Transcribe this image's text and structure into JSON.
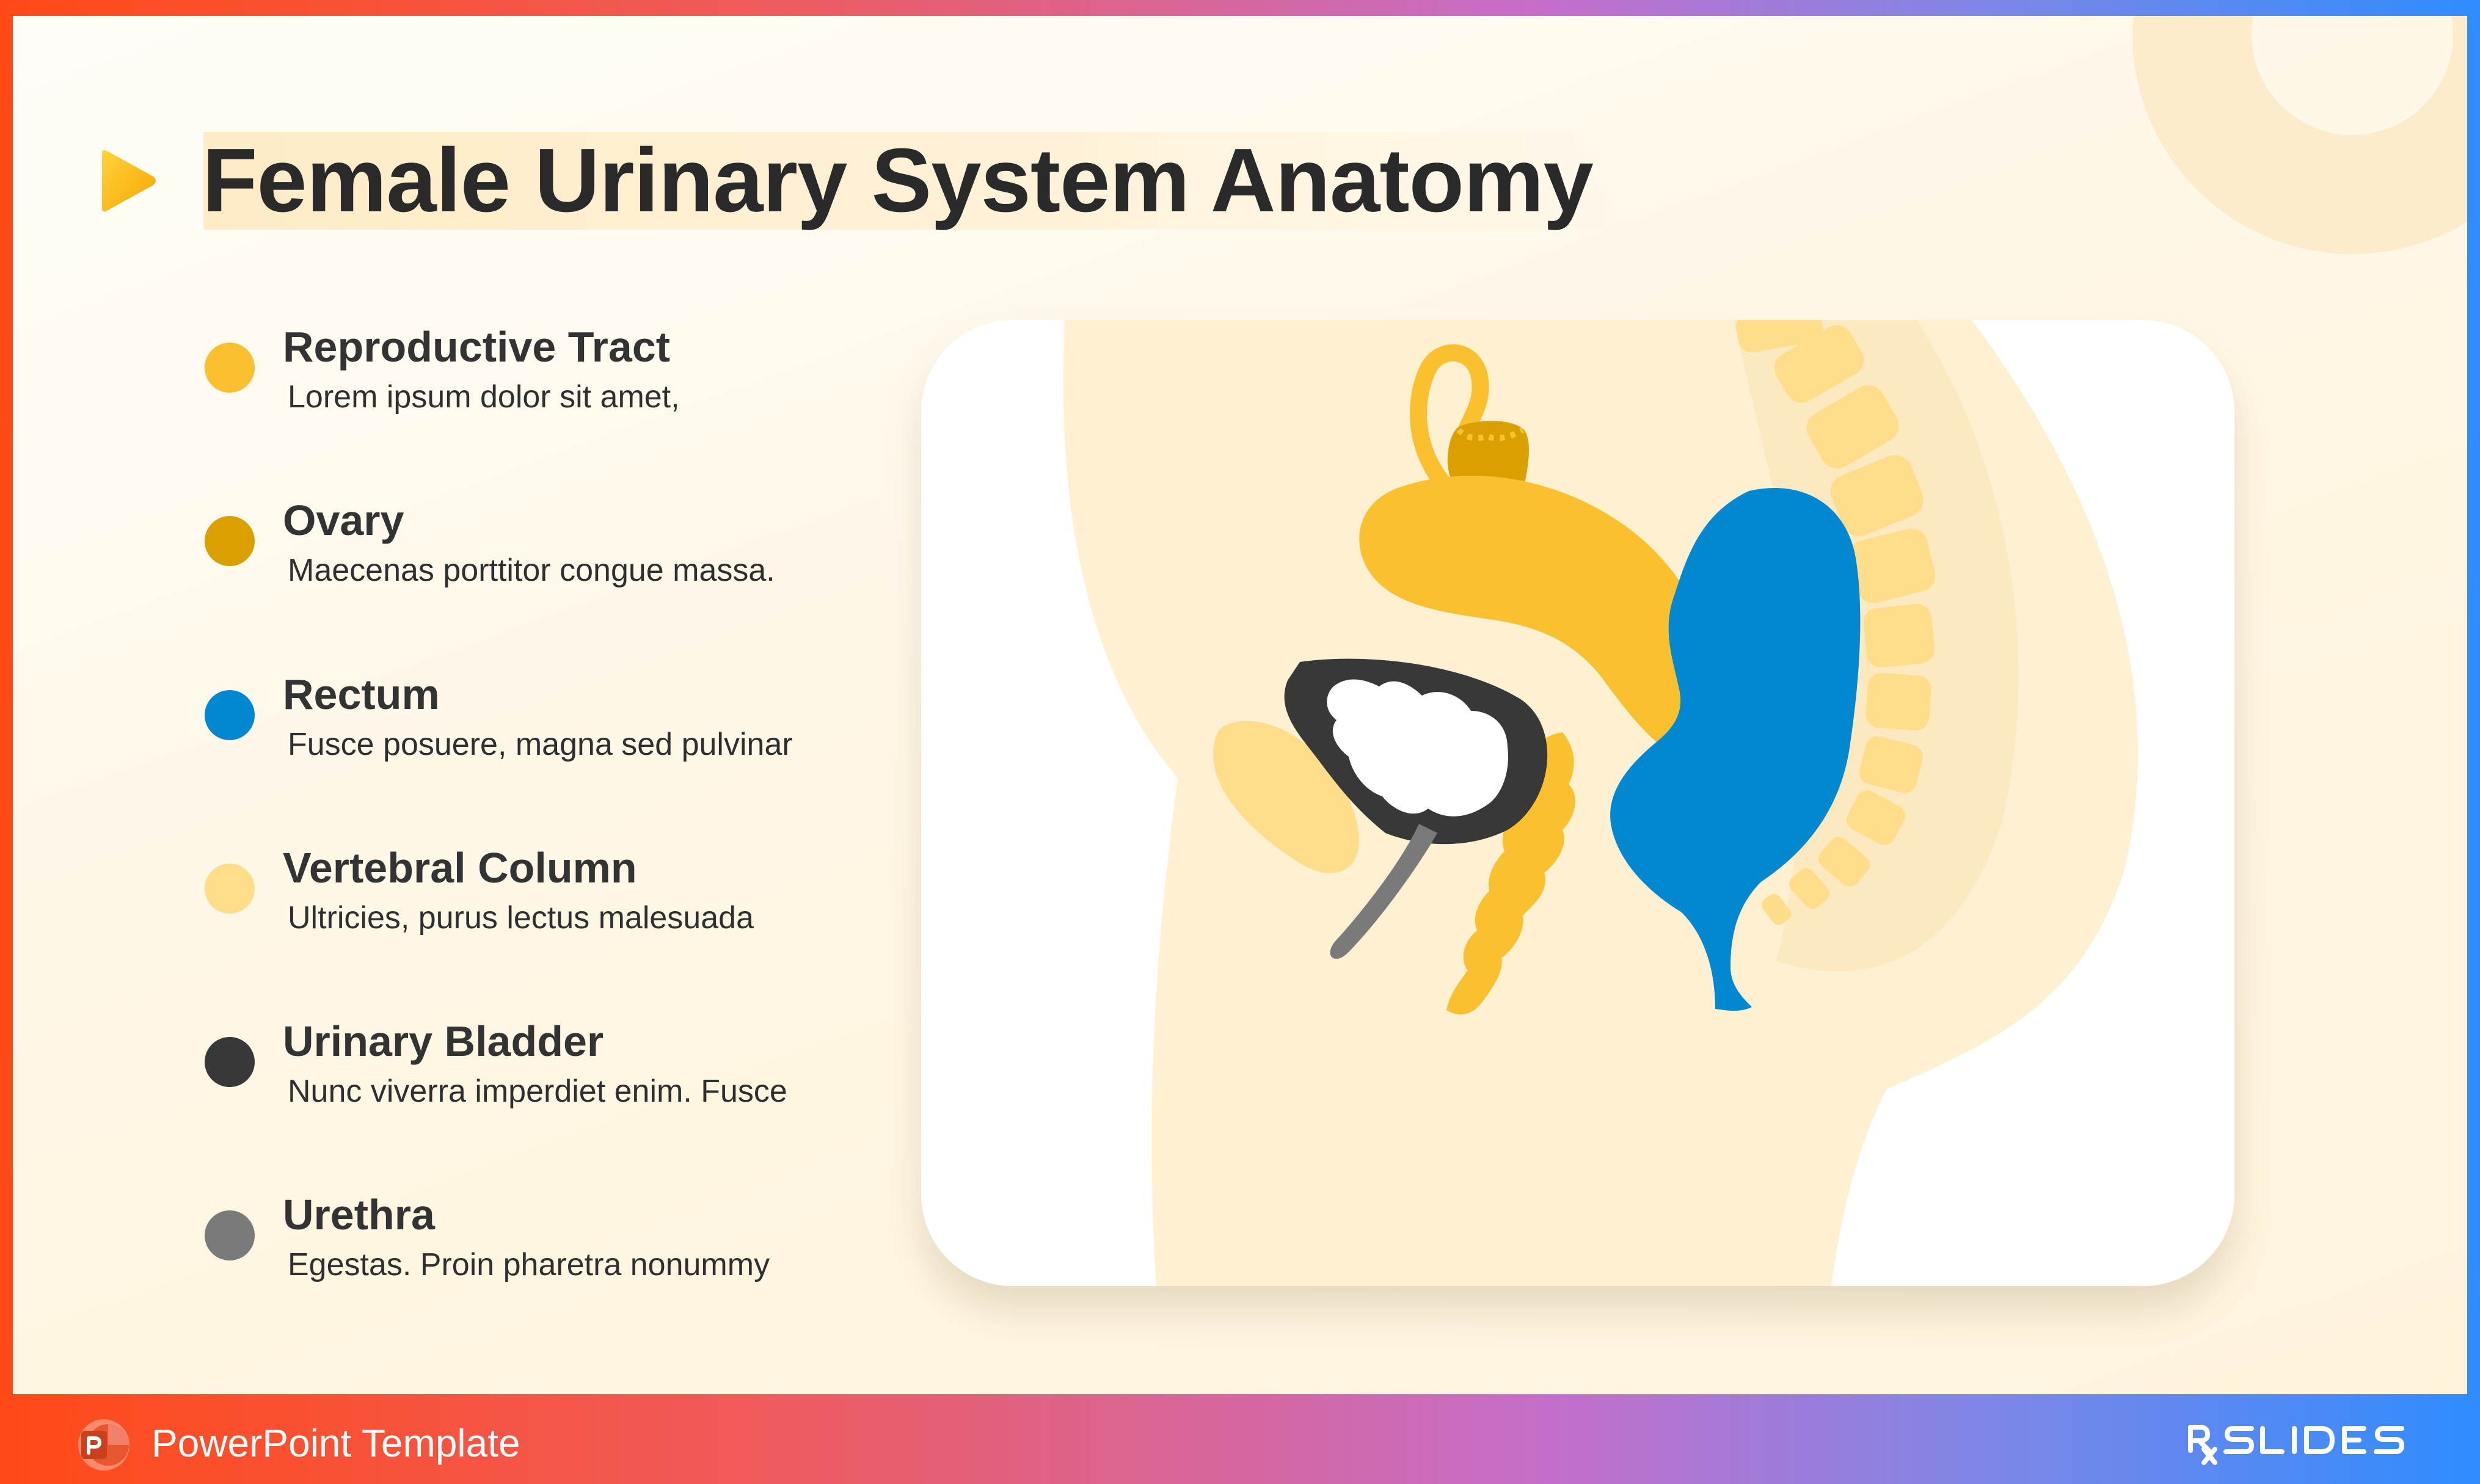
{
  "title": "Female Urinary System Anatomy",
  "legend": [
    {
      "name": "Reproductive Tract",
      "desc": "Lorem ipsum dolor sit amet,",
      "color": "#FBC02D"
    },
    {
      "name": "Ovary",
      "desc": "Maecenas porttitor congue massa.",
      "color": "#D9A000"
    },
    {
      "name": "Rectum",
      "desc": "Fusce posuere, magna sed pulvinar",
      "color": "#0288D1"
    },
    {
      "name": "Vertebral Column",
      "desc": "Ultricies, purus lectus malesuada",
      "color": "#FFDD8A"
    },
    {
      "name": "Urinary Bladder",
      "desc": "Nunc viverra imperdiet enim. Fusce",
      "color": "#383838"
    },
    {
      "name": "Urethra",
      "desc": "Egestas. Proin pharetra nonummy",
      "color": "#7A7A7A"
    }
  ],
  "footer": {
    "label": "PowerPoint Template"
  },
  "colors": {
    "body": "#FDF1D2",
    "accent": "#FBC02D"
  },
  "icons": {
    "title_marker": "play-triangle-icon",
    "footer_app": "powerpoint-icon",
    "brand": "rxslides-logo"
  }
}
